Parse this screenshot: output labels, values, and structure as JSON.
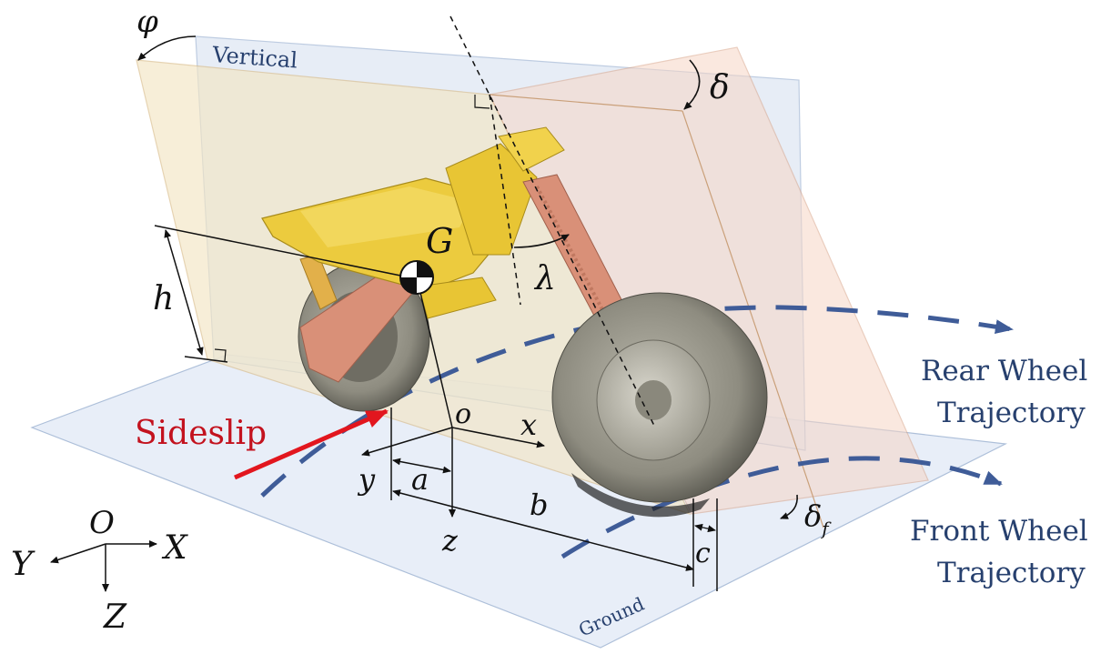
{
  "planes": {
    "vertical_label": "Vertical",
    "ground_label": "Ground"
  },
  "symbols": {
    "phi": "φ",
    "delta": "δ",
    "delta_f": "δ",
    "delta_f_sub": "f",
    "lambda": "λ",
    "G": "G",
    "h": "h",
    "o": "o",
    "x": "x",
    "y": "y",
    "z": "z",
    "a": "a",
    "b": "b",
    "c": "c"
  },
  "global_axes": {
    "origin": "O",
    "X": "X",
    "Y": "Y",
    "Z": "Z"
  },
  "sideslip_label": "Sideslip",
  "rear_trajectory": {
    "line1": "Rear Wheel",
    "line2": "Trajectory"
  },
  "front_trajectory": {
    "line1": "Front Wheel",
    "line2": "Trajectory"
  },
  "colors": {
    "sideslip": "#c3121e",
    "trajectory": "#3f5c98",
    "label_blue": "#27406e",
    "frame_yellow": "#e8c534",
    "fork_salmon": "#d99078",
    "tire": "#8f8d80"
  }
}
